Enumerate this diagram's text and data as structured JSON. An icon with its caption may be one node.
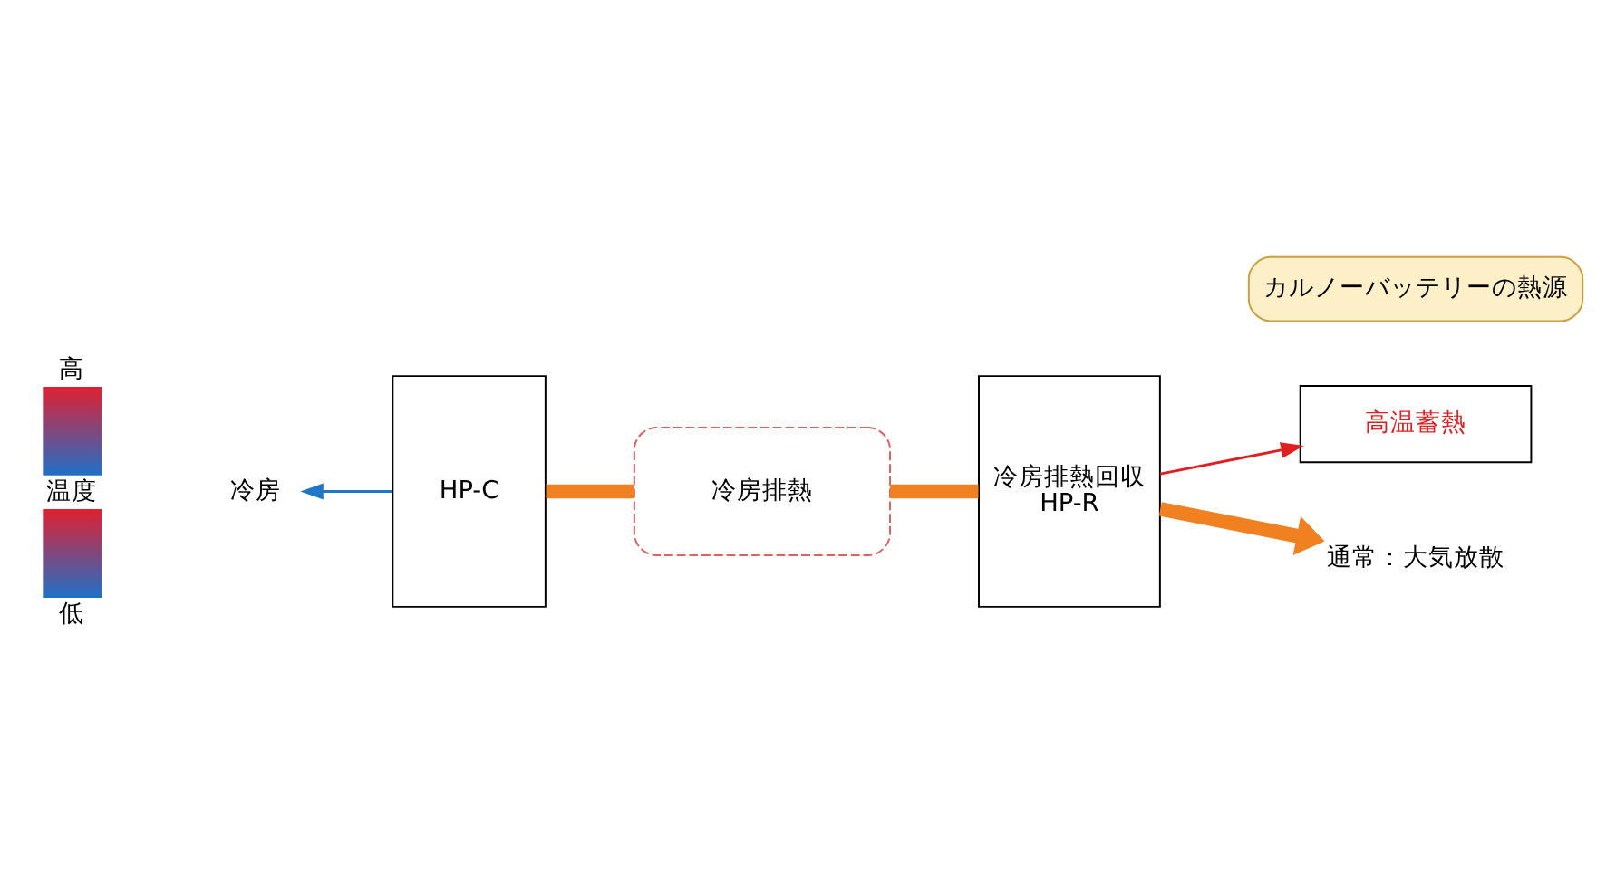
{
  "diagram": {
    "nodes": [
      {
        "text": [
          "HP-C"
        ]
      },
      {
        "text": [
          "冷房排熱回収",
          "HP-R"
        ]
      },
      {
        "text": [
          "高温蓄熱"
        ]
      },
      {
        "text": [
          "カルノーバッテリーの熱源"
        ]
      },
      {
        "text": [
          "冷房排熱"
        ]
      },
      {
        "text": [
          "冷房"
        ]
      },
      {
        "text": [
          "通常：大気放散"
        ]
      }
    ],
    "edges": [
      {
        "from": 0,
        "to": 5,
        "arrow": "to",
        "color": "#1f77c8"
      },
      {
        "from": 0,
        "to": 4,
        "arrow": "none"
      },
      {
        "from": 4,
        "to": 1,
        "arrow": "none"
      },
      {
        "from": 1,
        "to": 2,
        "arrow": "to",
        "color": "#e02020"
      },
      {
        "from": 1,
        "to": 6,
        "arrow": "to"
      }
    ],
    "labels": [
      "高",
      "温度",
      "低"
    ]
  }
}
